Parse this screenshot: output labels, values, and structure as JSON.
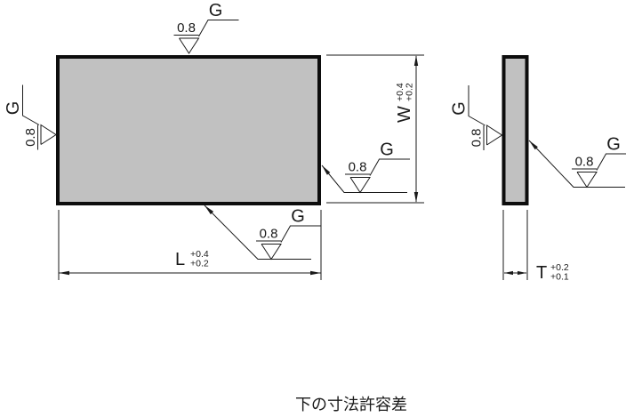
{
  "caption": "下の寸法許容差",
  "surface_finish": {
    "value": "0.8",
    "treatment": "G",
    "symbol": "triangle-check-surface-roughness",
    "instances": 6
  },
  "dimensions": {
    "W": {
      "letter": "W",
      "tol_upper": "+0.4",
      "tol_lower": "+0.2"
    },
    "L": {
      "letter": "L",
      "tol_upper": "+0.4",
      "tol_lower": "+0.2"
    },
    "T": {
      "letter": "T",
      "tol_upper": "+0.2",
      "tol_lower": "+0.1"
    }
  },
  "colors": {
    "part_fill": "#c1c1c1",
    "part_outline": "#0d0d0d",
    "line": "#1a1a1a",
    "background": "#ffffff"
  }
}
